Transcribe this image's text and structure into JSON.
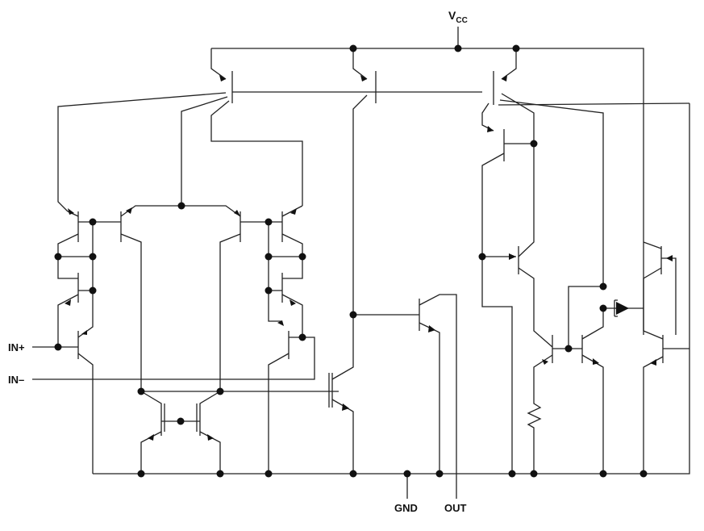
{
  "labels": {
    "vcc_main": "V",
    "vcc_sub": "CC",
    "in_plus": "IN+",
    "in_minus": "IN–",
    "gnd": "GND",
    "out": "OUT"
  },
  "colors": {
    "wire": "#222222",
    "node": "#111111",
    "background": "#ffffff"
  }
}
